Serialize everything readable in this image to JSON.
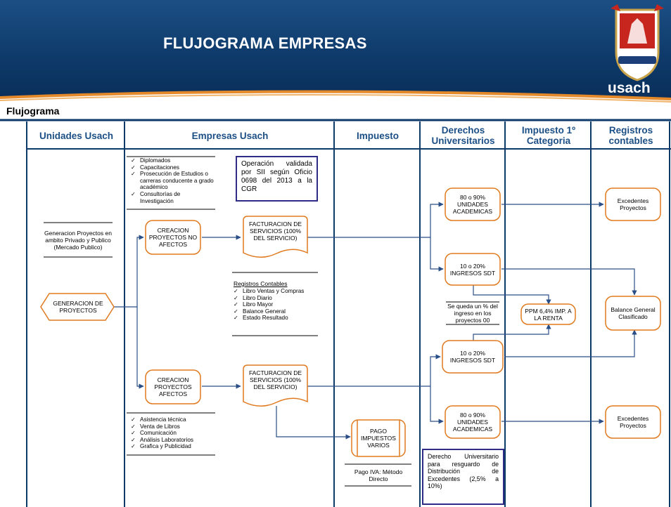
{
  "header": {
    "title": "FLUJOGRAMA EMPRESAS",
    "logo_text": "usach"
  },
  "section_title": "Flujograma",
  "lanes": [
    "Unidades Usach",
    "Empresas Usach",
    "Impuesto",
    "Derechos Universitarios",
    "Impuesto 1º Categoria",
    "Registros contables"
  ],
  "unidades": {
    "generacion_text": "Generacion Proyectos en ambito Privado y Publico (Mercado Publico)",
    "generacion_node": "GENERACION DE PROYECTOS"
  },
  "empresas": {
    "top_list": [
      "Diplomados",
      "Capacitaciones",
      "Prosecución de Estudios o carreras conducente a grado académico",
      "Consultorías de Investigación"
    ],
    "operacion_note": "Operación validada por SII según Oficio 0698 del 2013 a la CGR",
    "creacion_no_afectos": "CREACION PROYECTOS NO AFECTOS",
    "facturacion_top": "FACTURACION DE SERVICIOS (100% DEL SERVICIO)",
    "registros_title": "Registros Contables",
    "registros_list": [
      "Libro Ventas y Compras",
      "Libro Diario",
      "Libro Mayor",
      "Balance General",
      "Estado Resultado"
    ],
    "creacion_afectos": "CREACION PROYECTOS AFECTOS",
    "facturacion_bottom": "FACTURACION DE SERVICIOS (100% DEL SERVICIO)",
    "bottom_list": [
      "Asistencia técnica",
      "Venta de Libros",
      "Comunicación",
      "Análisis Laboratorios",
      "Grafica y Publicidad"
    ]
  },
  "impuesto": {
    "pago_node": "PAGO IMPUESTOS VARIOS",
    "pago_iva": "Pago IVA: Método Directo"
  },
  "derechos": {
    "unidades_top": "80 o 90% UNIDADES ACADEMICAS",
    "ingresos_top": "10 o 20% INGRESOS SDT",
    "se_queda": "Se queda un % del ingreso en los proyectos 00",
    "ingresos_bottom": "10 o 20% INGRESOS SDT",
    "unidades_bottom": "80 o 90% UNIDADES ACADEMICAS",
    "derecho_note": "Derecho Universitario para resguardo de Distribución de Excedentes (2,5% a 10%)"
  },
  "impuesto1": {
    "ppm_node": "PPM 6,4% IMP. A LA RENTA"
  },
  "registros": {
    "excedentes_top": "Excedentes Proyectos",
    "balance": "Balance General Clasificado",
    "excedentes_bottom": "Excedentes Proyectos"
  },
  "colors": {
    "brand_blue": "#1c4f85",
    "orange": "#e07a1f",
    "connector": "#2a4f86",
    "note_border": "#2e2c86"
  }
}
